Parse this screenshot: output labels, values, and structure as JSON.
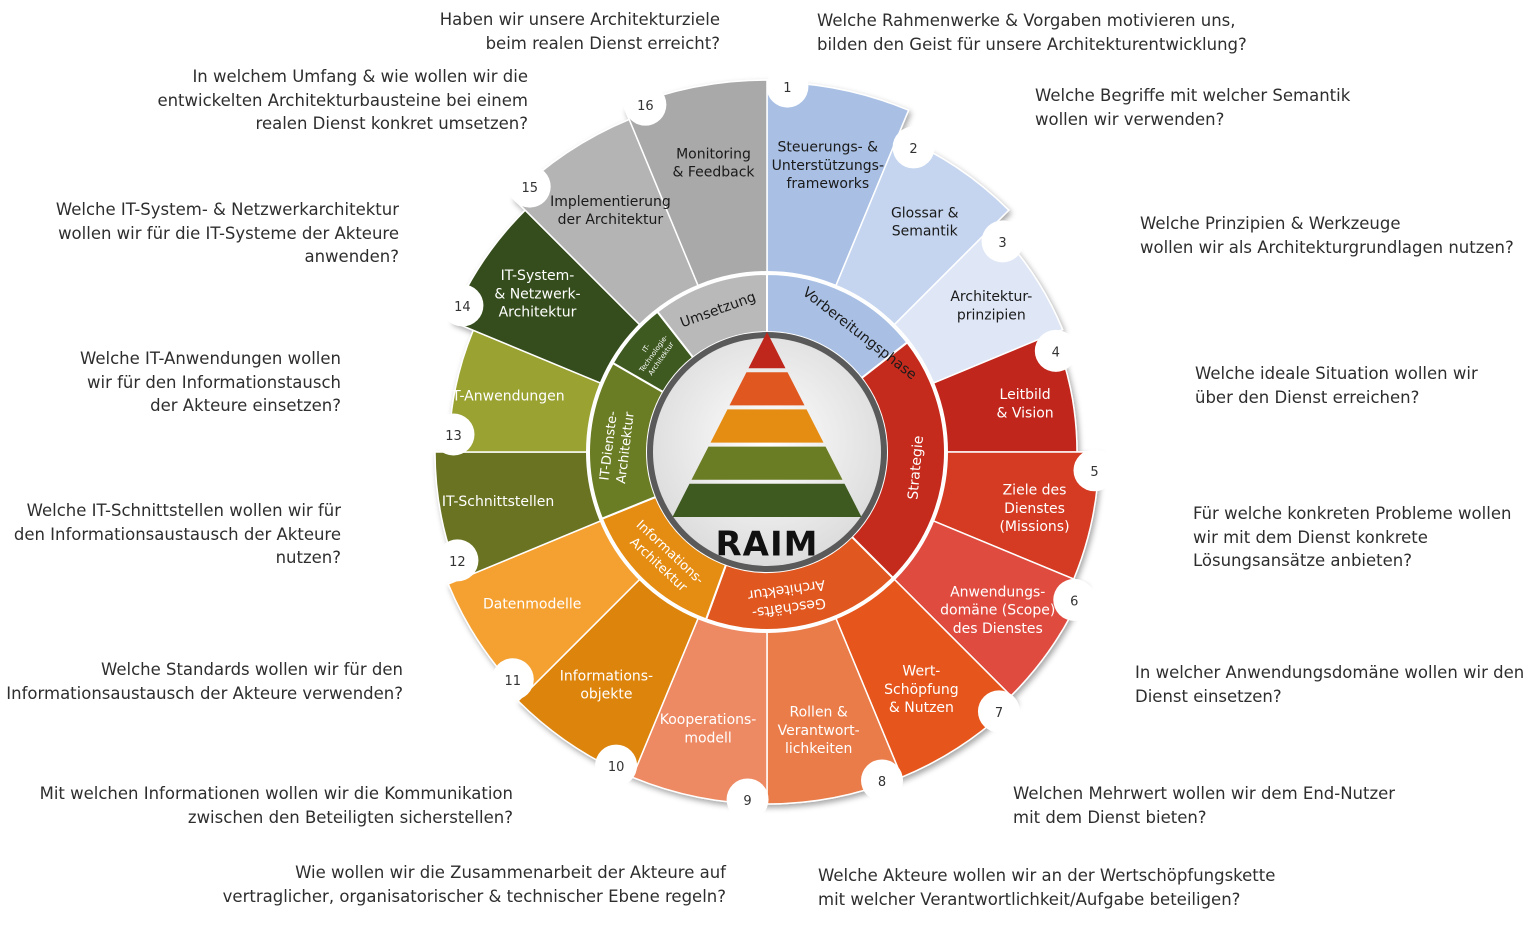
{
  "center_logo": "RAIM",
  "phases": [
    {
      "label": "Vorbereitungsphase",
      "color": "#a9c0e4"
    },
    {
      "label": "Strategie",
      "color": "#c52b1d"
    },
    {
      "label": "Geschäfts-|Architektur",
      "color": "#e0581f"
    },
    {
      "label": "Informations-|Architektur",
      "color": "#e58c12"
    },
    {
      "label": "IT-Dienste-|Architektur",
      "color": "#6b7d24"
    },
    {
      "label": "IT-|Technologie-|Architektur",
      "color": "#3e5a20"
    },
    {
      "label": "Umsetzung",
      "color": "#b9b9b9"
    }
  ],
  "segments": [
    {
      "number": "1",
      "label": "Steuerungs- &|Unterstützungs-|frameworks",
      "color": "#a9c0e4",
      "text_color": "#1a1a1a"
    },
    {
      "number": "2",
      "label": "Glossar &|Semantik",
      "color": "#c5d5ef",
      "text_color": "#1a1a1a"
    },
    {
      "number": "3",
      "label": "Architektur-|prinzipien",
      "color": "#dfe7f6",
      "text_color": "#1a1a1a"
    },
    {
      "number": "4",
      "label": "Leitbild|& Vision",
      "color": "#c0271c",
      "text_color": "#ffffff"
    },
    {
      "number": "5",
      "label": "Ziele des|Dienstes|(Missions)",
      "color": "#d43a22",
      "text_color": "#ffffff"
    },
    {
      "number": "6",
      "label": "Anwendungs-|domäne (Scope)|des Dienstes",
      "color": "#e04b40",
      "text_color": "#ffffff"
    },
    {
      "number": "7",
      "label": "Wert-|Schöpfung|& Nutzen",
      "color": "#e6561d",
      "text_color": "#ffffff"
    },
    {
      "number": "8",
      "label": "Rollen &|Verantwort-|lichkeiten",
      "color": "#ea7c4a",
      "text_color": "#ffffff"
    },
    {
      "number": "9",
      "label": "Kooperations-|modell",
      "color": "#ee8a63",
      "text_color": "#ffffff"
    },
    {
      "number": "10",
      "label": "Informations-|objekte",
      "color": "#dd8410",
      "text_color": "#ffffff"
    },
    {
      "number": "11",
      "label": "Datenmodelle",
      "color": "#f4a131",
      "text_color": "#ffffff"
    },
    {
      "number": "12",
      "label": "IT-Schnittstellen",
      "color": "#6b7324",
      "text_color": "#ffffff"
    },
    {
      "number": "13",
      "label": "IT-Anwendungen",
      "color": "#9aa230",
      "text_color": "#ffffff"
    },
    {
      "number": "14",
      "label": "IT-System-|& Netzwerk-|Architektur",
      "color": "#354d1c",
      "text_color": "#ffffff"
    },
    {
      "number": "15",
      "label": "Implementierung|der Architektur",
      "color": "#b4b4b4",
      "text_color": "#1a1a1a"
    },
    {
      "number": "16",
      "label": "Monitoring|& Feedback",
      "color": "#a9a9a9",
      "text_color": "#1a1a1a"
    }
  ],
  "questions": [
    {
      "text": "Welche Rahmenwerke & Vorgaben motivieren uns,\nbilden den Geist für unsere Architekturentwicklung?"
    },
    {
      "text": "Welche Begriffe mit welcher Semantik\nwollen wir verwenden?"
    },
    {
      "text": "Welche Prinzipien & Werkzeuge\nwollen wir als Architekturgrundlagen nutzen?"
    },
    {
      "text": "Welche ideale Situation wollen wir\nüber den Dienst erreichen?"
    },
    {
      "text": "Für welche konkreten Probleme wollen\nwir mit dem Dienst konkrete\nLösungsansätze anbieten?"
    },
    {
      "text": "In welcher Anwendungsdomäne wollen wir den\nDienst einsetzen?"
    },
    {
      "text": "Welchen Mehrwert wollen wir dem End-Nutzer\nmit dem Dienst bieten?"
    },
    {
      "text": "Welche Akteure wollen wir an der Wertschöpfungskette\nmit welcher Verantwortlichkeit/Aufgabe beteiligen?"
    },
    {
      "text": "Wie wollen wir die Zusammenarbeit der Akteure auf\nvertraglicher, organisatorischer & technischer Ebene regeln?"
    },
    {
      "text": "Mit welchen Informationen wollen wir die Kommunikation\nzwischen den Beteiligten sicherstellen?"
    },
    {
      "text": "Welche Standards wollen wir für den\nInformationsaustausch der Akteure verwenden?"
    },
    {
      "text": "Welche IT-Schnittstellen wollen wir für\nden Informationsaustausch der Akteure\nnutzen?"
    },
    {
      "text": "Welche IT-Anwendungen wollen\nwir für den Informationstausch\nder Akteure einsetzen?"
    },
    {
      "text": "Welche IT-System- & Netzwerkarchitektur\nwollen wir für die IT-Systeme der Akteure\nanwenden?"
    },
    {
      "text": "In welchem Umfang & wie wollen wir die\nentwickelten Architekturbausteine bei einem\nrealen Dienst konkret umsetzen?"
    },
    {
      "text": "Haben wir unsere Architekturziele\nbeim realen Dienst erreicht?"
    }
  ],
  "pyramid_colors": [
    "#c0271c",
    "#e0581f",
    "#e58c12",
    "#6b7d24",
    "#3e5a20"
  ]
}
